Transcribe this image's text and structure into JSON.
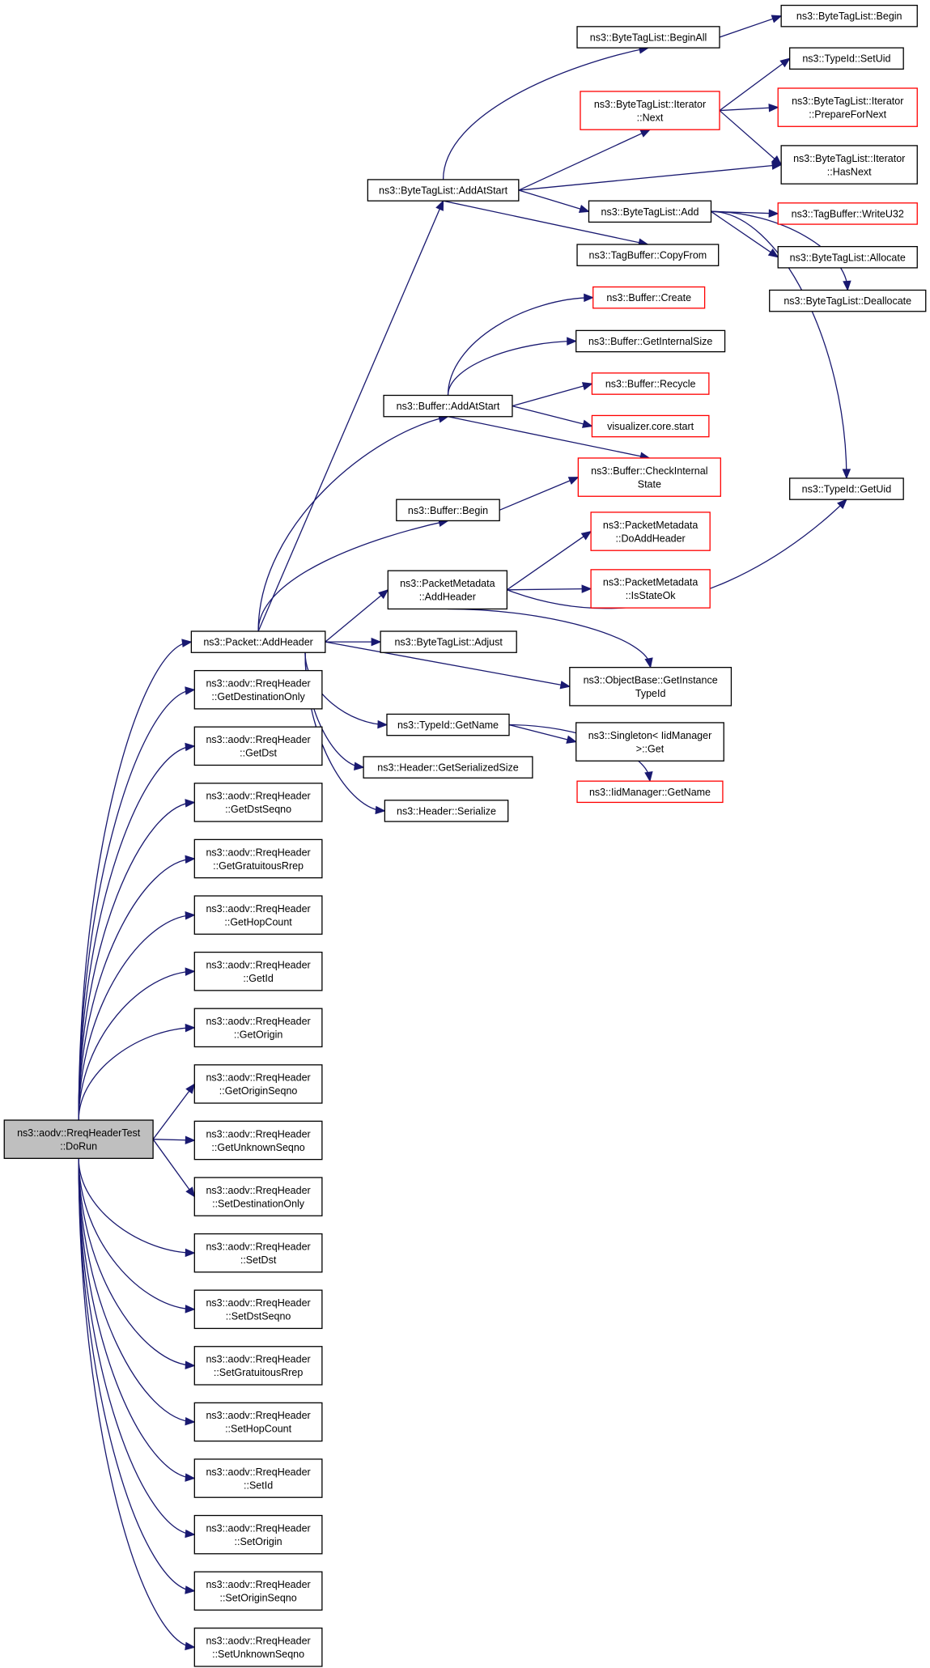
{
  "colors": {
    "edge": "#191970",
    "root_fill": "#bfbfbf",
    "normal_border": "#000000",
    "truncated_border": "#ff0000"
  },
  "nodes": [
    {
      "id": "root",
      "lines": [
        "ns3::aodv::RreqHeaderTest",
        "::DoRun"
      ],
      "style": "root"
    },
    {
      "id": "packet_addheader",
      "lines": [
        "ns3::Packet::AddHeader"
      ],
      "style": "normal"
    },
    {
      "id": "get_destination_only",
      "lines": [
        "ns3::aodv::RreqHeader",
        "::GetDestinationOnly"
      ],
      "style": "normal"
    },
    {
      "id": "get_dst",
      "lines": [
        "ns3::aodv::RreqHeader",
        "::GetDst"
      ],
      "style": "normal"
    },
    {
      "id": "get_dst_seqno",
      "lines": [
        "ns3::aodv::RreqHeader",
        "::GetDstSeqno"
      ],
      "style": "normal"
    },
    {
      "id": "get_gratuitous_rrep",
      "lines": [
        "ns3::aodv::RreqHeader",
        "::GetGratuitousRrep"
      ],
      "style": "normal"
    },
    {
      "id": "get_hop_count",
      "lines": [
        "ns3::aodv::RreqHeader",
        "::GetHopCount"
      ],
      "style": "normal"
    },
    {
      "id": "get_id",
      "lines": [
        "ns3::aodv::RreqHeader",
        "::GetId"
      ],
      "style": "normal"
    },
    {
      "id": "get_origin",
      "lines": [
        "ns3::aodv::RreqHeader",
        "::GetOrigin"
      ],
      "style": "normal"
    },
    {
      "id": "get_origin_seqno",
      "lines": [
        "ns3::aodv::RreqHeader",
        "::GetOriginSeqno"
      ],
      "style": "normal"
    },
    {
      "id": "get_unknown_seqno",
      "lines": [
        "ns3::aodv::RreqHeader",
        "::GetUnknownSeqno"
      ],
      "style": "normal"
    },
    {
      "id": "set_destination_only",
      "lines": [
        "ns3::aodv::RreqHeader",
        "::SetDestinationOnly"
      ],
      "style": "normal"
    },
    {
      "id": "set_dst",
      "lines": [
        "ns3::aodv::RreqHeader",
        "::SetDst"
      ],
      "style": "normal"
    },
    {
      "id": "set_dst_seqno",
      "lines": [
        "ns3::aodv::RreqHeader",
        "::SetDstSeqno"
      ],
      "style": "normal"
    },
    {
      "id": "set_gratuitous_rrep",
      "lines": [
        "ns3::aodv::RreqHeader",
        "::SetGratuitousRrep"
      ],
      "style": "normal"
    },
    {
      "id": "set_hop_count",
      "lines": [
        "ns3::aodv::RreqHeader",
        "::SetHopCount"
      ],
      "style": "normal"
    },
    {
      "id": "set_id",
      "lines": [
        "ns3::aodv::RreqHeader",
        "::SetId"
      ],
      "style": "normal"
    },
    {
      "id": "set_origin",
      "lines": [
        "ns3::aodv::RreqHeader",
        "::SetOrigin"
      ],
      "style": "normal"
    },
    {
      "id": "set_origin_seqno",
      "lines": [
        "ns3::aodv::RreqHeader",
        "::SetOriginSeqno"
      ],
      "style": "normal"
    },
    {
      "id": "set_unknown_seqno",
      "lines": [
        "ns3::aodv::RreqHeader",
        "::SetUnknownSeqno"
      ],
      "style": "normal"
    },
    {
      "id": "btl_addatstart",
      "lines": [
        "ns3::ByteTagList::AddAtStart"
      ],
      "style": "normal"
    },
    {
      "id": "buf_addatstart",
      "lines": [
        "ns3::Buffer::AddAtStart"
      ],
      "style": "normal"
    },
    {
      "id": "buf_begin",
      "lines": [
        "ns3::Buffer::Begin"
      ],
      "style": "normal"
    },
    {
      "id": "pm_addheader",
      "lines": [
        "ns3::PacketMetadata",
        "::AddHeader"
      ],
      "style": "normal"
    },
    {
      "id": "btl_adjust",
      "lines": [
        "ns3::ByteTagList::Adjust"
      ],
      "style": "normal"
    },
    {
      "id": "ob_getinstancetypeid",
      "lines": [
        "ns3::ObjectBase::GetInstance",
        "TypeId"
      ],
      "style": "normal"
    },
    {
      "id": "typeid_getname",
      "lines": [
        "ns3::TypeId::GetName"
      ],
      "style": "normal"
    },
    {
      "id": "hdr_getserializedsize",
      "lines": [
        "ns3::Header::GetSerializedSize"
      ],
      "style": "normal"
    },
    {
      "id": "hdr_serialize",
      "lines": [
        "ns3::Header::Serialize"
      ],
      "style": "normal"
    },
    {
      "id": "btl_beginall",
      "lines": [
        "ns3::ByteTagList::BeginAll"
      ],
      "style": "normal"
    },
    {
      "id": "btl_iter_next",
      "lines": [
        "ns3::ByteTagList::Iterator",
        "::Next"
      ],
      "style": "truncated"
    },
    {
      "id": "btl_add",
      "lines": [
        "ns3::ByteTagList::Add"
      ],
      "style": "normal"
    },
    {
      "id": "tb_copyfrom",
      "lines": [
        "ns3::TagBuffer::CopyFrom"
      ],
      "style": "normal"
    },
    {
      "id": "btl_begin",
      "lines": [
        "ns3::ByteTagList::Begin"
      ],
      "style": "normal"
    },
    {
      "id": "typeid_setuid",
      "lines": [
        "ns3::TypeId::SetUid"
      ],
      "style": "normal"
    },
    {
      "id": "btl_iter_preparefornext",
      "lines": [
        "ns3::ByteTagList::Iterator",
        "::PrepareForNext"
      ],
      "style": "truncated"
    },
    {
      "id": "btl_iter_hasnext",
      "lines": [
        "ns3::ByteTagList::Iterator",
        "::HasNext"
      ],
      "style": "normal"
    },
    {
      "id": "tb_writeu32",
      "lines": [
        "ns3::TagBuffer::WriteU32"
      ],
      "style": "truncated"
    },
    {
      "id": "btl_allocate",
      "lines": [
        "ns3::ByteTagList::Allocate"
      ],
      "style": "normal"
    },
    {
      "id": "btl_deallocate",
      "lines": [
        "ns3::ByteTagList::Deallocate"
      ],
      "style": "normal"
    },
    {
      "id": "typeid_getuid",
      "lines": [
        "ns3::TypeId::GetUid"
      ],
      "style": "normal"
    },
    {
      "id": "buf_create",
      "lines": [
        "ns3::Buffer::Create"
      ],
      "style": "truncated"
    },
    {
      "id": "buf_getinternalsize",
      "lines": [
        "ns3::Buffer::GetInternalSize"
      ],
      "style": "normal"
    },
    {
      "id": "buf_recycle",
      "lines": [
        "ns3::Buffer::Recycle"
      ],
      "style": "truncated"
    },
    {
      "id": "vis_core_start",
      "lines": [
        "visualizer.core.start"
      ],
      "style": "truncated"
    },
    {
      "id": "buf_checkinternalstate",
      "lines": [
        "ns3::Buffer::CheckInternal",
        "State"
      ],
      "style": "truncated"
    },
    {
      "id": "pm_doaddheader",
      "lines": [
        "ns3::PacketMetadata",
        "::DoAddHeader"
      ],
      "style": "truncated"
    },
    {
      "id": "pm_isstateok",
      "lines": [
        "ns3::PacketMetadata",
        "::IsStateOk"
      ],
      "style": "truncated"
    },
    {
      "id": "singleton_get",
      "lines": [
        "ns3::Singleton< IidManager",
        ">::Get"
      ],
      "style": "normal"
    },
    {
      "id": "iidmanager_getname",
      "lines": [
        "ns3::IidManager::GetName"
      ],
      "style": "truncated"
    }
  ]
}
